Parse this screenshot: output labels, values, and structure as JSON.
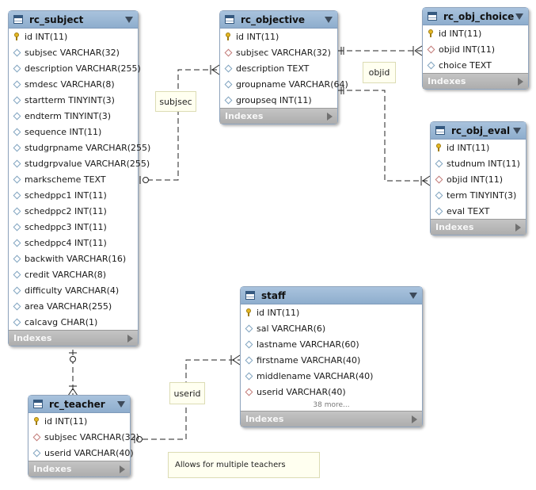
{
  "tables": {
    "rc_subject": {
      "name": "rc_subject",
      "footer": "Indexes",
      "columns": [
        {
          "text": "id INT(11)",
          "kind": "pk"
        },
        {
          "text": "subjsec VARCHAR(32)",
          "kind": "col"
        },
        {
          "text": "description VARCHAR(255)",
          "kind": "col"
        },
        {
          "text": "smdesc VARCHAR(8)",
          "kind": "col"
        },
        {
          "text": "startterm TINYINT(3)",
          "kind": "col"
        },
        {
          "text": "endterm TINYINT(3)",
          "kind": "col"
        },
        {
          "text": "sequence INT(11)",
          "kind": "col"
        },
        {
          "text": "studgrpname VARCHAR(255)",
          "kind": "col"
        },
        {
          "text": "studgrpvalue VARCHAR(255)",
          "kind": "col"
        },
        {
          "text": "markscheme TEXT",
          "kind": "col"
        },
        {
          "text": "schedppc1 INT(11)",
          "kind": "col"
        },
        {
          "text": "schedppc2 INT(11)",
          "kind": "col"
        },
        {
          "text": "schedppc3 INT(11)",
          "kind": "col"
        },
        {
          "text": "schedppc4 INT(11)",
          "kind": "col"
        },
        {
          "text": "backwith VARCHAR(16)",
          "kind": "col"
        },
        {
          "text": "credit VARCHAR(8)",
          "kind": "col"
        },
        {
          "text": "difficulty VARCHAR(4)",
          "kind": "col"
        },
        {
          "text": "area VARCHAR(255)",
          "kind": "col"
        },
        {
          "text": "calcavg CHAR(1)",
          "kind": "col"
        }
      ]
    },
    "rc_objective": {
      "name": "rc_objective",
      "footer": "Indexes",
      "columns": [
        {
          "text": "id INT(11)",
          "kind": "pk"
        },
        {
          "text": "subjsec VARCHAR(32)",
          "kind": "fk"
        },
        {
          "text": "description TEXT",
          "kind": "col"
        },
        {
          "text": "groupname VARCHAR(64)",
          "kind": "col"
        },
        {
          "text": "groupseq INT(11)",
          "kind": "col"
        }
      ]
    },
    "rc_obj_choice": {
      "name": "rc_obj_choice",
      "footer": "Indexes",
      "columns": [
        {
          "text": "id INT(11)",
          "kind": "pk"
        },
        {
          "text": "objid INT(11)",
          "kind": "fk"
        },
        {
          "text": "choice TEXT",
          "kind": "col"
        }
      ]
    },
    "rc_obj_eval": {
      "name": "rc_obj_eval",
      "footer": "Indexes",
      "columns": [
        {
          "text": "id INT(11)",
          "kind": "pk"
        },
        {
          "text": "studnum INT(11)",
          "kind": "col"
        },
        {
          "text": "objid INT(11)",
          "kind": "fk"
        },
        {
          "text": "term TINYINT(3)",
          "kind": "col"
        },
        {
          "text": "eval TEXT",
          "kind": "col"
        }
      ]
    },
    "staff": {
      "name": "staff",
      "footer": "Indexes",
      "more": "38 more...",
      "columns": [
        {
          "text": "id INT(11)",
          "kind": "pk"
        },
        {
          "text": "sal VARCHAR(6)",
          "kind": "col"
        },
        {
          "text": "lastname VARCHAR(60)",
          "kind": "col"
        },
        {
          "text": "firstname VARCHAR(40)",
          "kind": "col"
        },
        {
          "text": "middlename VARCHAR(40)",
          "kind": "col"
        },
        {
          "text": "userid VARCHAR(40)",
          "kind": "fk"
        }
      ]
    },
    "rc_teacher": {
      "name": "rc_teacher",
      "footer": "Indexes",
      "columns": [
        {
          "text": "id INT(11)",
          "kind": "pk"
        },
        {
          "text": "subjsec VARCHAR(32)",
          "kind": "fk"
        },
        {
          "text": "userid VARCHAR(40)",
          "kind": "col"
        }
      ]
    }
  },
  "relationship_labels": {
    "subjsec": "subjsec",
    "objid": "objid",
    "userid": "userid"
  },
  "note": "Allows for multiple teachers",
  "colors": {
    "header": "#a9c3dd",
    "footer": "#b8b8b8",
    "primary_key": "#e6b823",
    "foreign_key": "#c27a77",
    "column": "#7fa3bf"
  }
}
